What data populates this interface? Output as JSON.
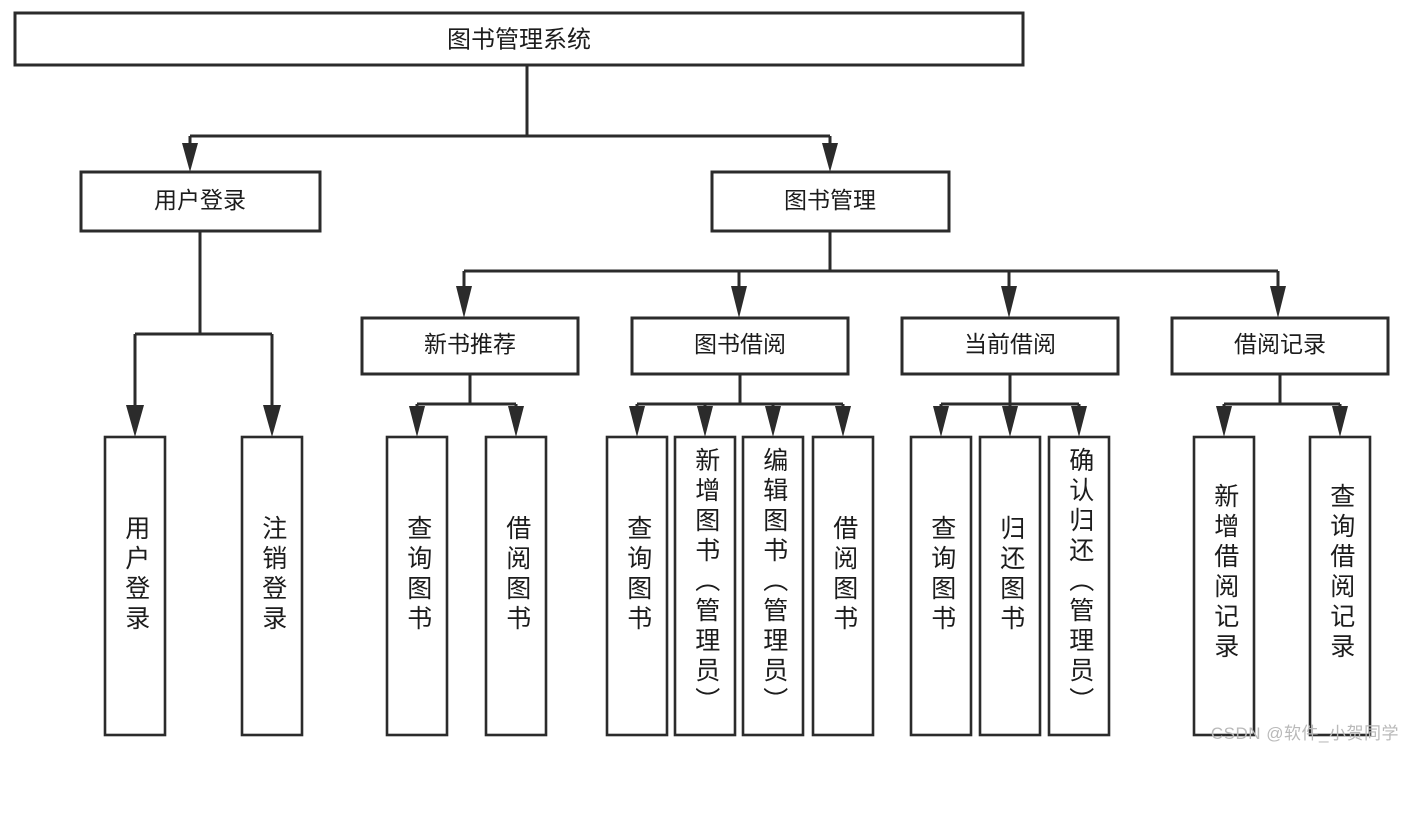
{
  "diagram": {
    "title": "图书管理系统",
    "type": "tree",
    "orientation": "top-down",
    "colors": {
      "box_fill": "#ffffff",
      "box_stroke": "#2b2b2b",
      "text": "#1c1c1c",
      "background": "#ffffff",
      "watermark": "#b9b9b9"
    },
    "root": {
      "label": "图书管理系统"
    },
    "level2": [
      {
        "id": "user-login",
        "label": "用户登录"
      },
      {
        "id": "book-manage",
        "label": "图书管理"
      }
    ],
    "level3": [
      {
        "id": "new-book-rec",
        "label": "新书推荐"
      },
      {
        "id": "book-borrow",
        "label": "图书借阅"
      },
      {
        "id": "current-borrow",
        "label": "当前借阅"
      },
      {
        "id": "borrow-record",
        "label": "借阅记录"
      }
    ],
    "leaves": {
      "user_login": [
        {
          "id": "leaf-user-login",
          "label": "用户登录"
        },
        {
          "id": "leaf-logout",
          "label": "注销登录"
        }
      ],
      "new_book_rec": [
        {
          "id": "leaf-query-book-1",
          "label": "查询图书"
        },
        {
          "id": "leaf-borrow-book-1",
          "label": "借阅图书"
        }
      ],
      "book_borrow": [
        {
          "id": "leaf-query-book-2",
          "label": "查询图书"
        },
        {
          "id": "leaf-add-book",
          "label": "新增图书（管理员）"
        },
        {
          "id": "leaf-edit-book",
          "label": "编辑图书（管理员）"
        },
        {
          "id": "leaf-borrow-book-2",
          "label": "借阅图书"
        }
      ],
      "current_borrow": [
        {
          "id": "leaf-query-book-3",
          "label": "查询图书"
        },
        {
          "id": "leaf-return-book",
          "label": "归还图书"
        },
        {
          "id": "leaf-confirm-return",
          "label": "确认归还（管理员）"
        }
      ],
      "borrow_record": [
        {
          "id": "leaf-add-record",
          "label": "新增借阅记录"
        },
        {
          "id": "leaf-query-record",
          "label": "查询借阅记录"
        }
      ]
    }
  },
  "watermark": {
    "text": "CSDN @软件_小贺同学"
  }
}
